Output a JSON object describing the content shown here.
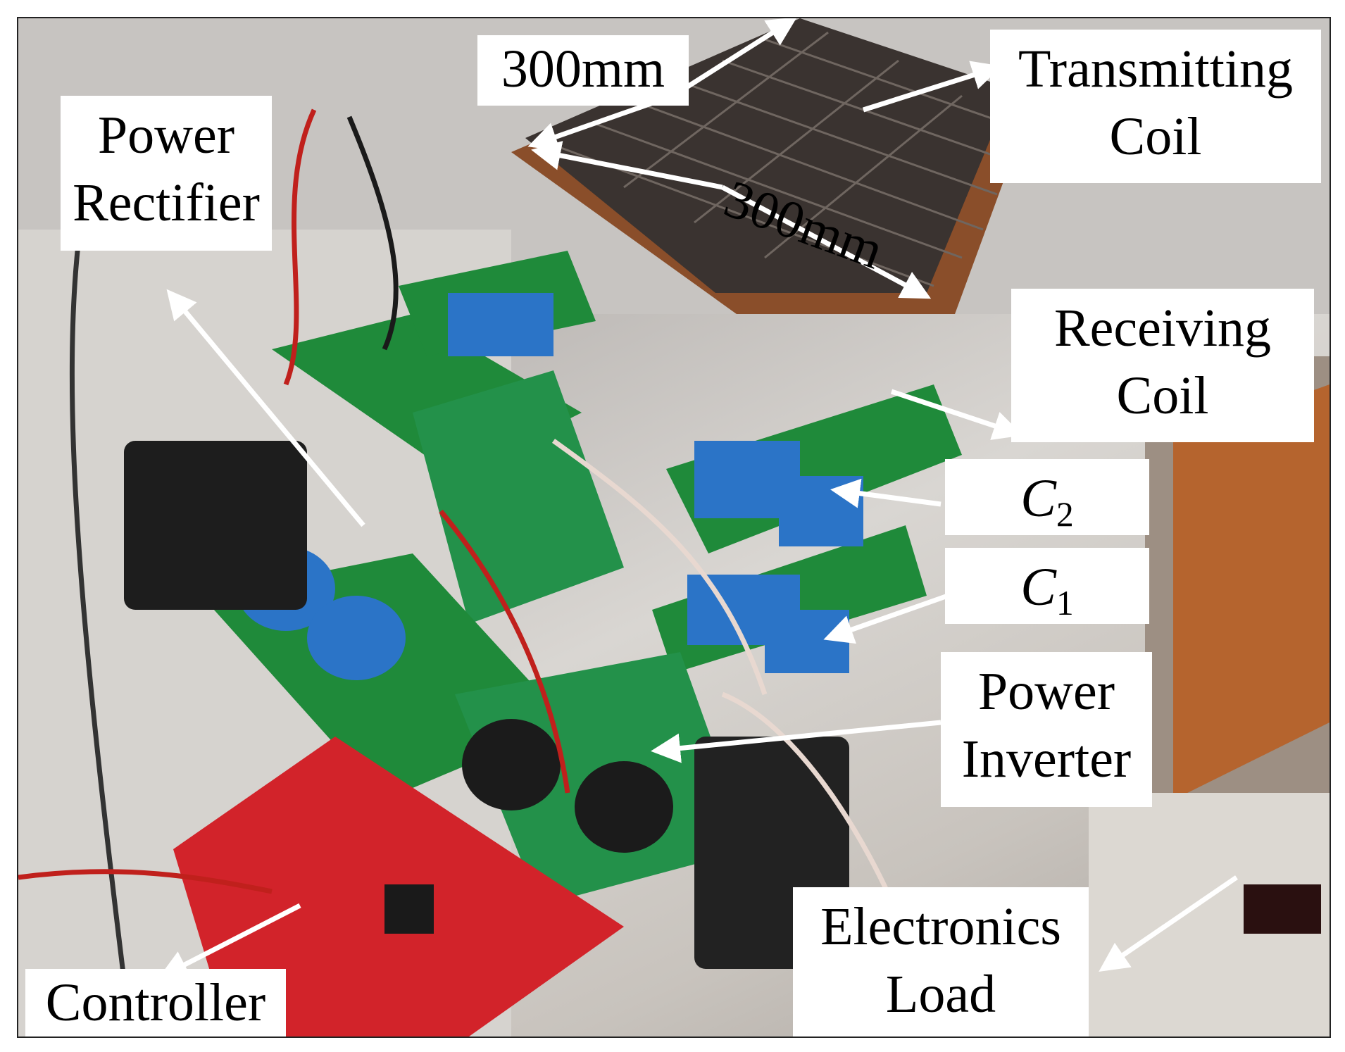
{
  "labels": {
    "dim_top": "300mm",
    "dim_diag": "300mm",
    "transmitting_coil": [
      "Transmitting",
      "Coil"
    ],
    "power_rectifier": [
      "Power",
      "Rectifier"
    ],
    "receiving_coil": [
      "Receiving",
      "Coil"
    ],
    "c2": {
      "symbol": "C",
      "sub": "2"
    },
    "c1": {
      "symbol": "C",
      "sub": "1"
    },
    "power_inverter": [
      "Power",
      "Inverter"
    ],
    "controller": "Controller",
    "electronics_load": [
      "Electronics",
      "Load"
    ]
  },
  "colors": {
    "pcb_green": "#1f8a3a",
    "controller_red": "#d2232a",
    "capacitor_blue": "#2b74c7",
    "coil_copper": "#b06a3a",
    "arrow_white": "#ffffff"
  }
}
